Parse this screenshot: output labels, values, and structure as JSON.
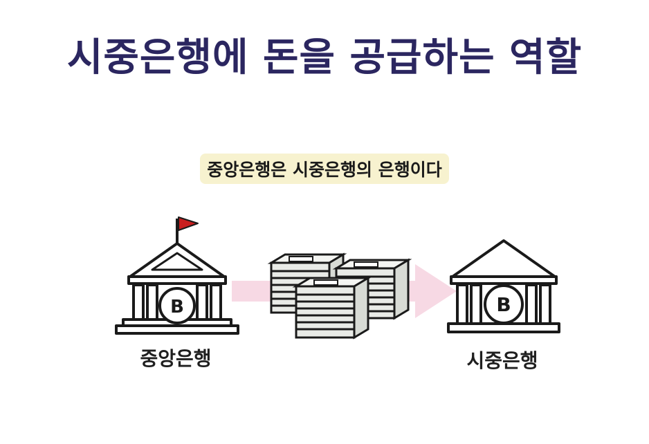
{
  "title": "시중은행에 돈을 공급하는 역할",
  "subtitle": "중앙은행은 시중은행의 은행이다",
  "central_bank": {
    "label": "중앙은행",
    "badge": "B"
  },
  "commercial_bank": {
    "label": "시중은행",
    "badge": "B"
  },
  "colors": {
    "title": "#2b2660",
    "arrow": "#f7d9e4",
    "flag": "#c81e1e",
    "highlight": "#f7f2cf",
    "money": "#e9ebe7"
  }
}
